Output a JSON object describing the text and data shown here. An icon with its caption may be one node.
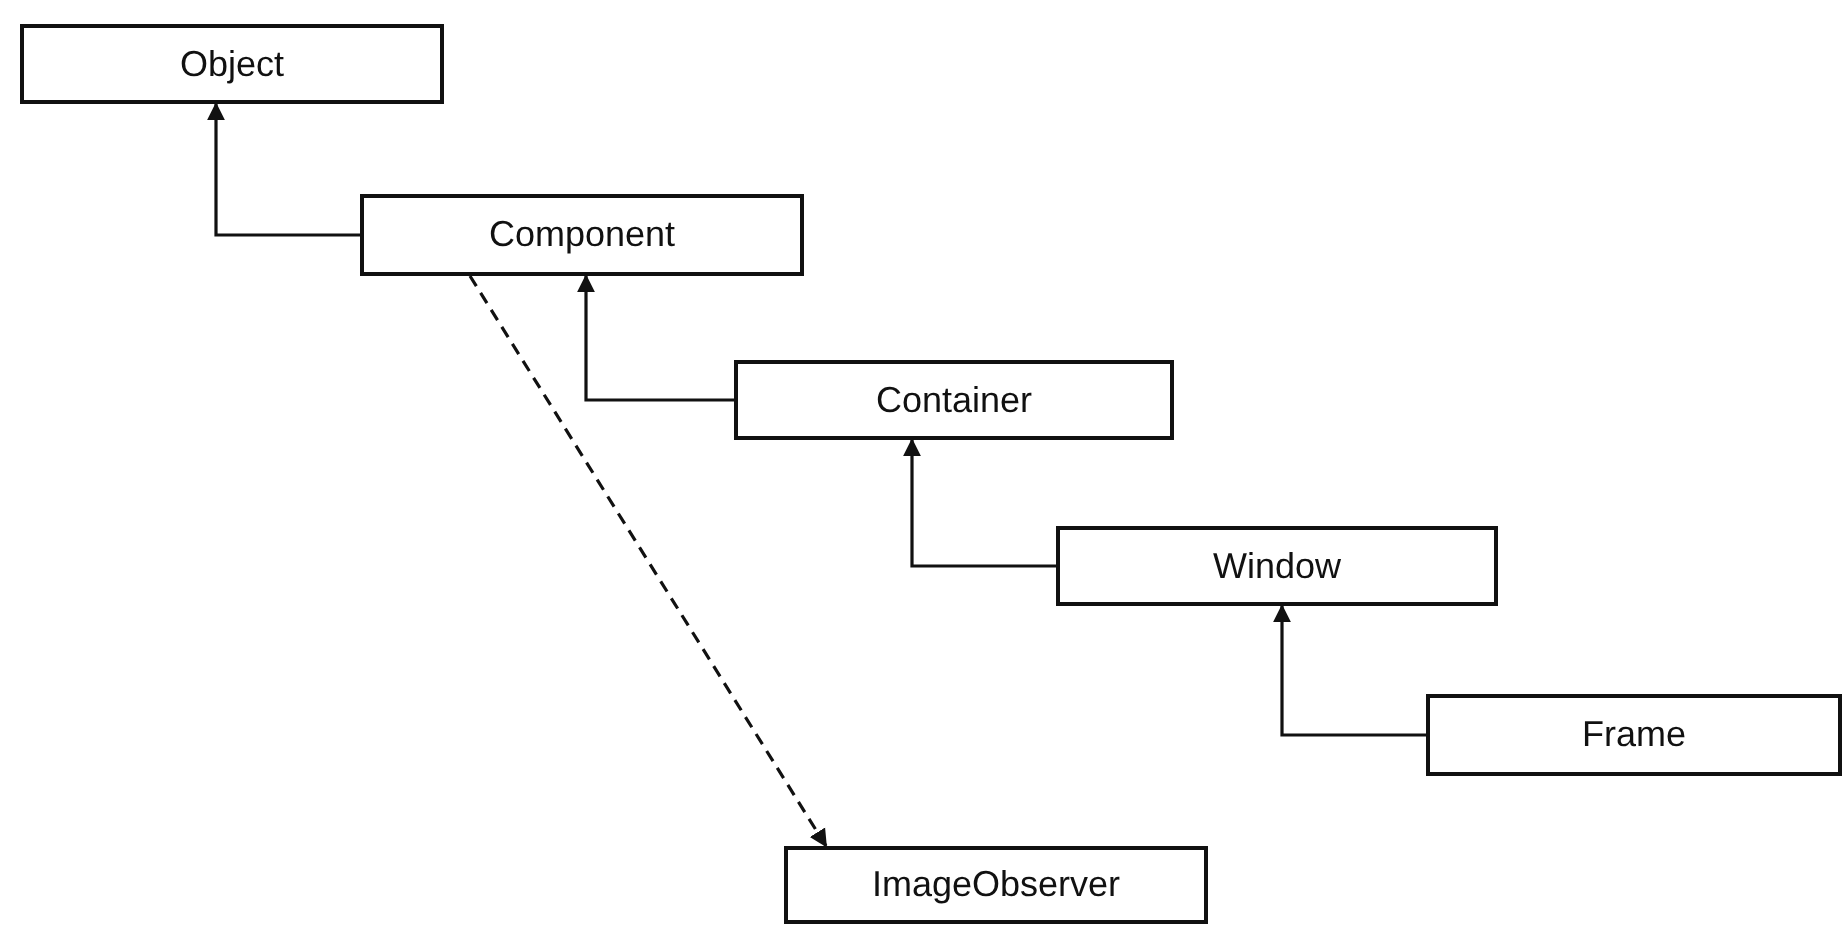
{
  "diagram": {
    "nodes": [
      {
        "text": [
          "Object"
        ]
      },
      {
        "text": [
          "Component"
        ]
      },
      {
        "text": [
          "Container"
        ]
      },
      {
        "text": [
          "Window"
        ]
      },
      {
        "text": [
          "Frame"
        ]
      },
      {
        "text": [
          "ImageObserver"
        ]
      }
    ],
    "edges": [
      {
        "from": 1,
        "to": 0,
        "arrow": "to"
      },
      {
        "from": 2,
        "to": 1,
        "arrow": "to"
      },
      {
        "from": 3,
        "to": 2,
        "arrow": "to"
      },
      {
        "from": 4,
        "to": 3,
        "arrow": "to"
      },
      {
        "from": 1,
        "to": 5,
        "arrow": "to",
        "style": "dashed"
      }
    ]
  }
}
